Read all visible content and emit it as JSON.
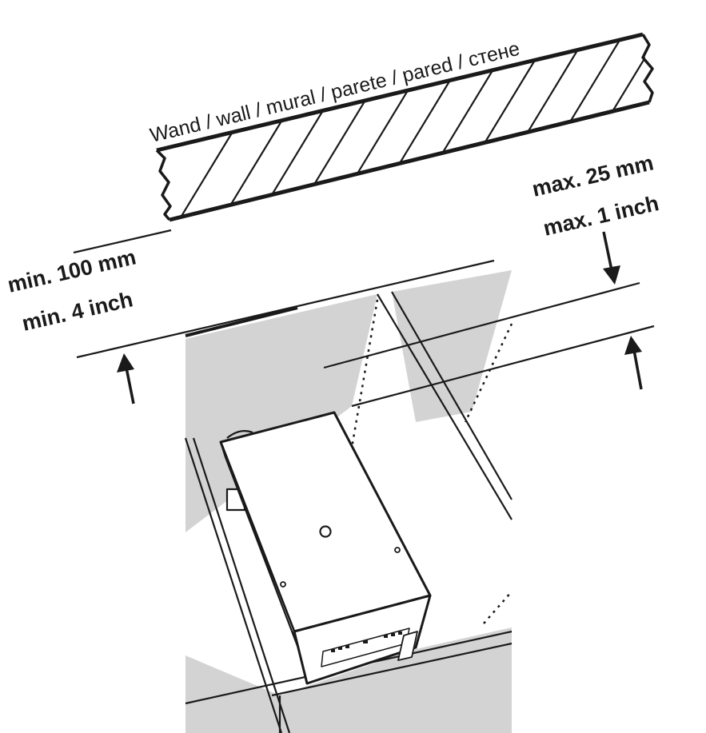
{
  "wall_label": "Wand / wall / mural / parete / pared / стене",
  "clearance_min": {
    "line1": "min. 100 mm",
    "line2": "min. 4 inch"
  },
  "clearance_max": {
    "line1": "max. 25 mm",
    "line2": "max. 1 inch"
  },
  "colors": {
    "line": "#1a1a1a",
    "shade": "#d3d3d3",
    "background": "#ffffff"
  }
}
